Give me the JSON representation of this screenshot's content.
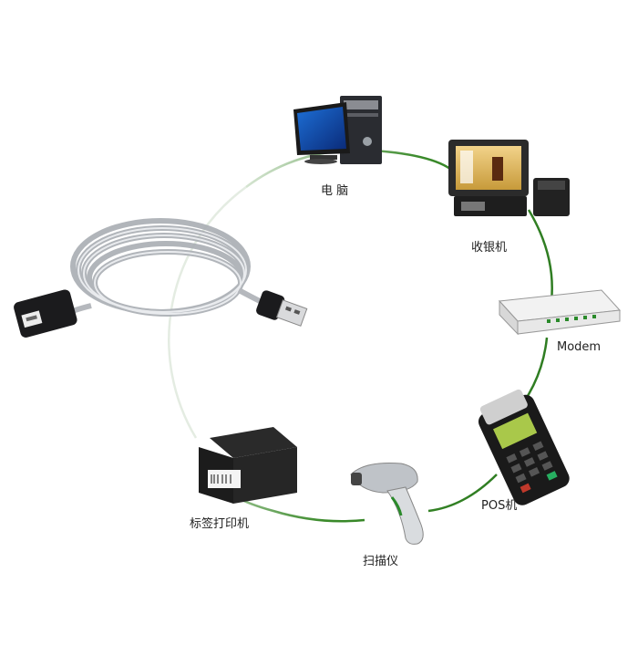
{
  "colors": {
    "ring_dark": "#3a8a2a",
    "ring_fade": "#dfe9dc",
    "cable_silver": "#c9ccd1",
    "device_black": "#1b1b1d",
    "label_text": "#222222"
  },
  "center_device": {
    "icon": "usb-extension-cable-icon"
  },
  "devices": [
    {
      "key": "computer",
      "label": "电 脑",
      "icon": "desktop-computer-icon"
    },
    {
      "key": "cash_register",
      "label": "收银机",
      "icon": "cash-register-icon"
    },
    {
      "key": "modem",
      "label": "Modem",
      "icon": "modem-icon"
    },
    {
      "key": "pos",
      "label": "POS机",
      "icon": "pos-terminal-icon"
    },
    {
      "key": "scanner",
      "label": "扫描仪",
      "icon": "barcode-scanner-icon"
    },
    {
      "key": "label_printer",
      "label": "标签打印机",
      "icon": "label-printer-icon"
    }
  ]
}
